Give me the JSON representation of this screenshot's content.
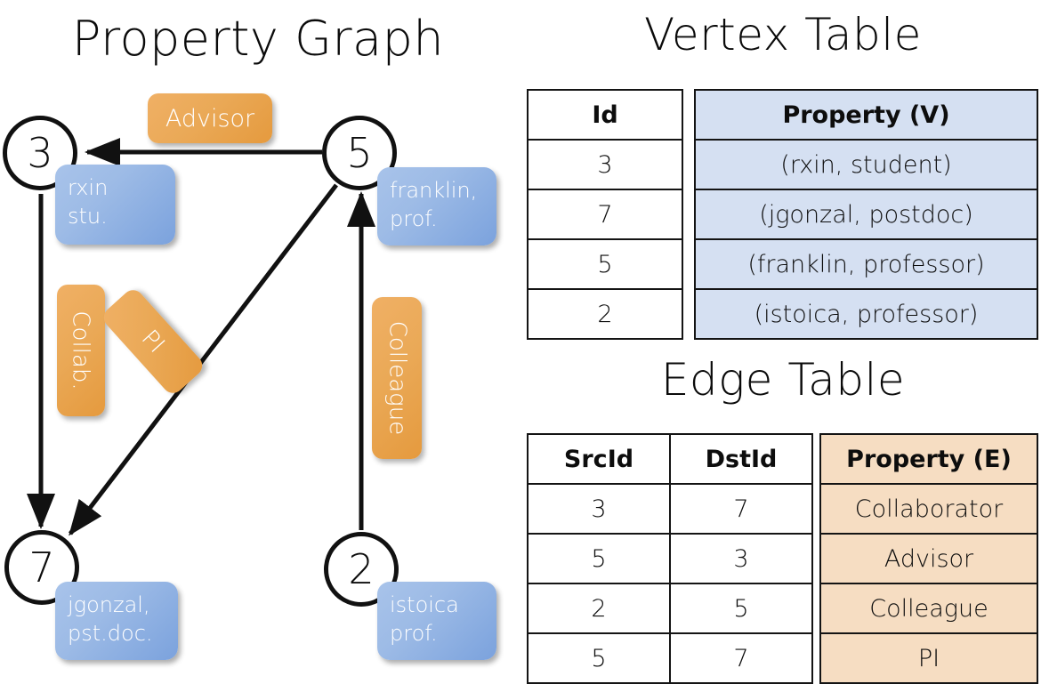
{
  "titles": {
    "property_graph": "Property Graph",
    "vertex_table": "Vertex Table",
    "edge_table": "Edge Table"
  },
  "graph": {
    "vertices": [
      {
        "id": "3",
        "property_box": "rxin\nstu."
      },
      {
        "id": "5",
        "property_box": "franklin,\nprof."
      },
      {
        "id": "7",
        "property_box": "jgonzal,\npst.doc."
      },
      {
        "id": "2",
        "property_box": "istoica\nprof."
      }
    ],
    "vertex_labels": {
      "v3": "3",
      "v5": "5",
      "v7": "7",
      "v2": "2"
    },
    "property_boxes": {
      "rxin_line1": "rxin",
      "rxin_line2": "stu.",
      "franklin_line1": "franklin,",
      "franklin_line2": "prof.",
      "jgonzal_line1": "jgonzal,",
      "jgonzal_line2": "pst.doc.",
      "istoica_line1": "istoica",
      "istoica_line2": "prof."
    },
    "edge_labels": {
      "advisor": "Advisor",
      "collab": "Collab.",
      "pi": "PI",
      "colleague": "Colleague"
    },
    "edges": [
      {
        "from": "5",
        "to": "3",
        "label": "Advisor"
      },
      {
        "from": "3",
        "to": "7",
        "label": "Collab."
      },
      {
        "from": "5",
        "to": "7",
        "label": "PI"
      },
      {
        "from": "2",
        "to": "5",
        "label": "Colleague"
      }
    ]
  },
  "vertex_table": {
    "headers": {
      "id": "Id",
      "property": "Property (V)"
    },
    "rows": [
      {
        "id": "3",
        "property": "(rxin, student)"
      },
      {
        "id": "7",
        "property": "(jgonzal, postdoc)"
      },
      {
        "id": "5",
        "property": "(franklin, professor)"
      },
      {
        "id": "2",
        "property": "(istoica, professor)"
      }
    ]
  },
  "edge_table": {
    "headers": {
      "src": "SrcId",
      "dst": "DstId",
      "property": "Property (E)"
    },
    "rows": [
      {
        "src": "3",
        "dst": "7",
        "property": "Collaborator"
      },
      {
        "src": "5",
        "dst": "3",
        "property": "Advisor"
      },
      {
        "src": "2",
        "dst": "5",
        "property": "Colleague"
      },
      {
        "src": "5",
        "dst": "7",
        "property": "PI"
      }
    ]
  },
  "colors": {
    "vertex_property_fill": "#d5e0f2",
    "edge_property_fill": "#f6ddc2",
    "property_box_blue": "#93b3e4",
    "edge_label_orange": "#eaa957",
    "stroke": "#111111",
    "background": "#ffffff"
  }
}
